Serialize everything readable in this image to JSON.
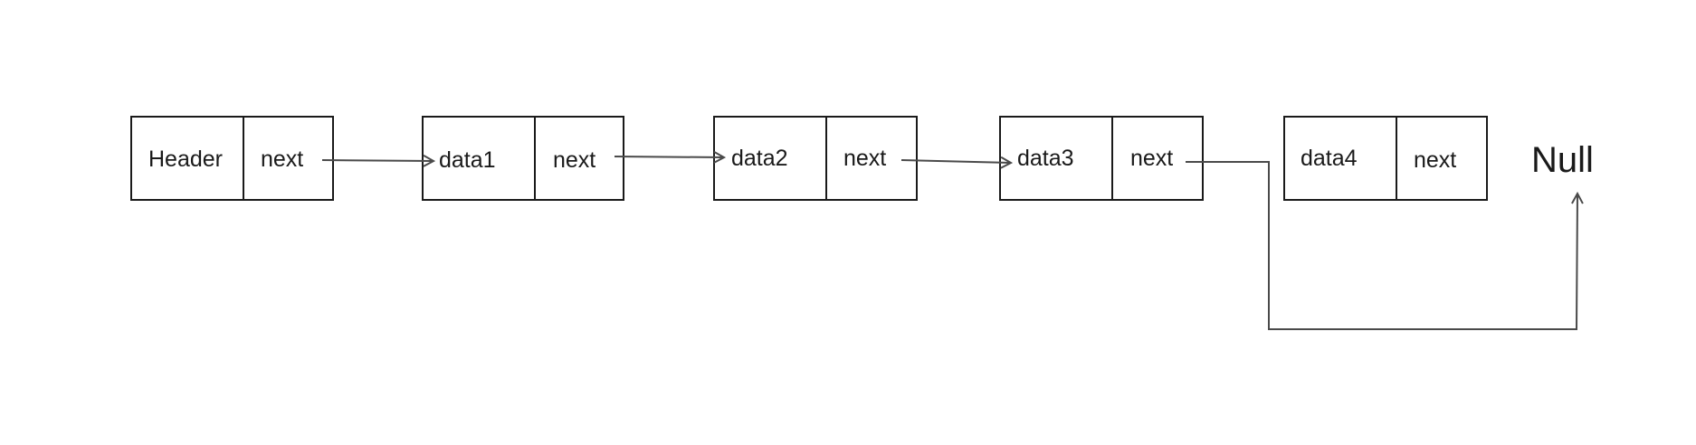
{
  "nodes": [
    {
      "data_label": "Header",
      "next_label": "next"
    },
    {
      "data_label": "data1",
      "next_label": "next"
    },
    {
      "data_label": "data2",
      "next_label": "next"
    },
    {
      "data_label": "data3",
      "next_label": "next"
    },
    {
      "data_label": "data4",
      "next_label": "next"
    }
  ],
  "null_label": "Null",
  "links": [
    {
      "from": 0,
      "to": 1
    },
    {
      "from": 1,
      "to": 2
    },
    {
      "from": 2,
      "to": 3
    },
    {
      "from": 3,
      "to": "null"
    }
  ],
  "colors": {
    "line": "#4a4a4a",
    "box_stroke": "#1a1a1a",
    "text": "#1a1a1a"
  }
}
